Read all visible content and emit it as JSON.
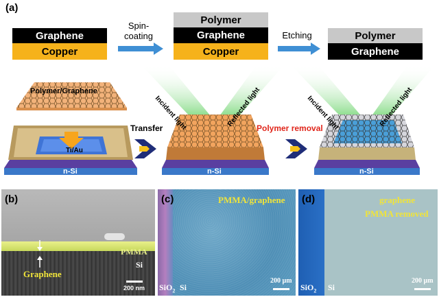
{
  "panels": {
    "a": "(a)",
    "b": "(b)",
    "c": "(c)",
    "d": "(d)"
  },
  "stacks": {
    "stack1": {
      "top": "Graphene",
      "bottom": "Copper"
    },
    "stack2": {
      "top": "Polymer",
      "middle": "Graphene",
      "bottom": "Copper"
    },
    "stack3": {
      "top": "Polymer",
      "bottom": "Graphene"
    }
  },
  "steps": {
    "spin": "Spin-\ncoating",
    "etch": "Etching",
    "transfer": "Transfer",
    "removal": "Polymer removal"
  },
  "device": {
    "film_label": "Polymer/Graphene",
    "contact_label": "Ti/Au",
    "substrate_label": "n-Si",
    "incident": "Incident light",
    "reflected": "Reflected light"
  },
  "sem": {
    "pmma": "PMMA",
    "si": "Si",
    "graphene": "Graphene",
    "scale": "200 nm"
  },
  "optical_c": {
    "label": "PMMA/graphene",
    "sio2": "SiO",
    "sio2_sub": "2",
    "si": "Si",
    "scale": "200 µm"
  },
  "optical_d": {
    "label1": "graphene",
    "label2": "PMMA removed",
    "sio2": "SiO",
    "sio2_sub": "2",
    "si": "Si",
    "scale": "200 µm"
  },
  "colors": {
    "copper": "#f6b21b",
    "graphene_layer": "#000000",
    "polymer_layer": "#c8c8c8",
    "arrow_blue": "#3f8fd4",
    "substrate_blue": "#3a78c9",
    "removal_red": "#e0261b"
  }
}
